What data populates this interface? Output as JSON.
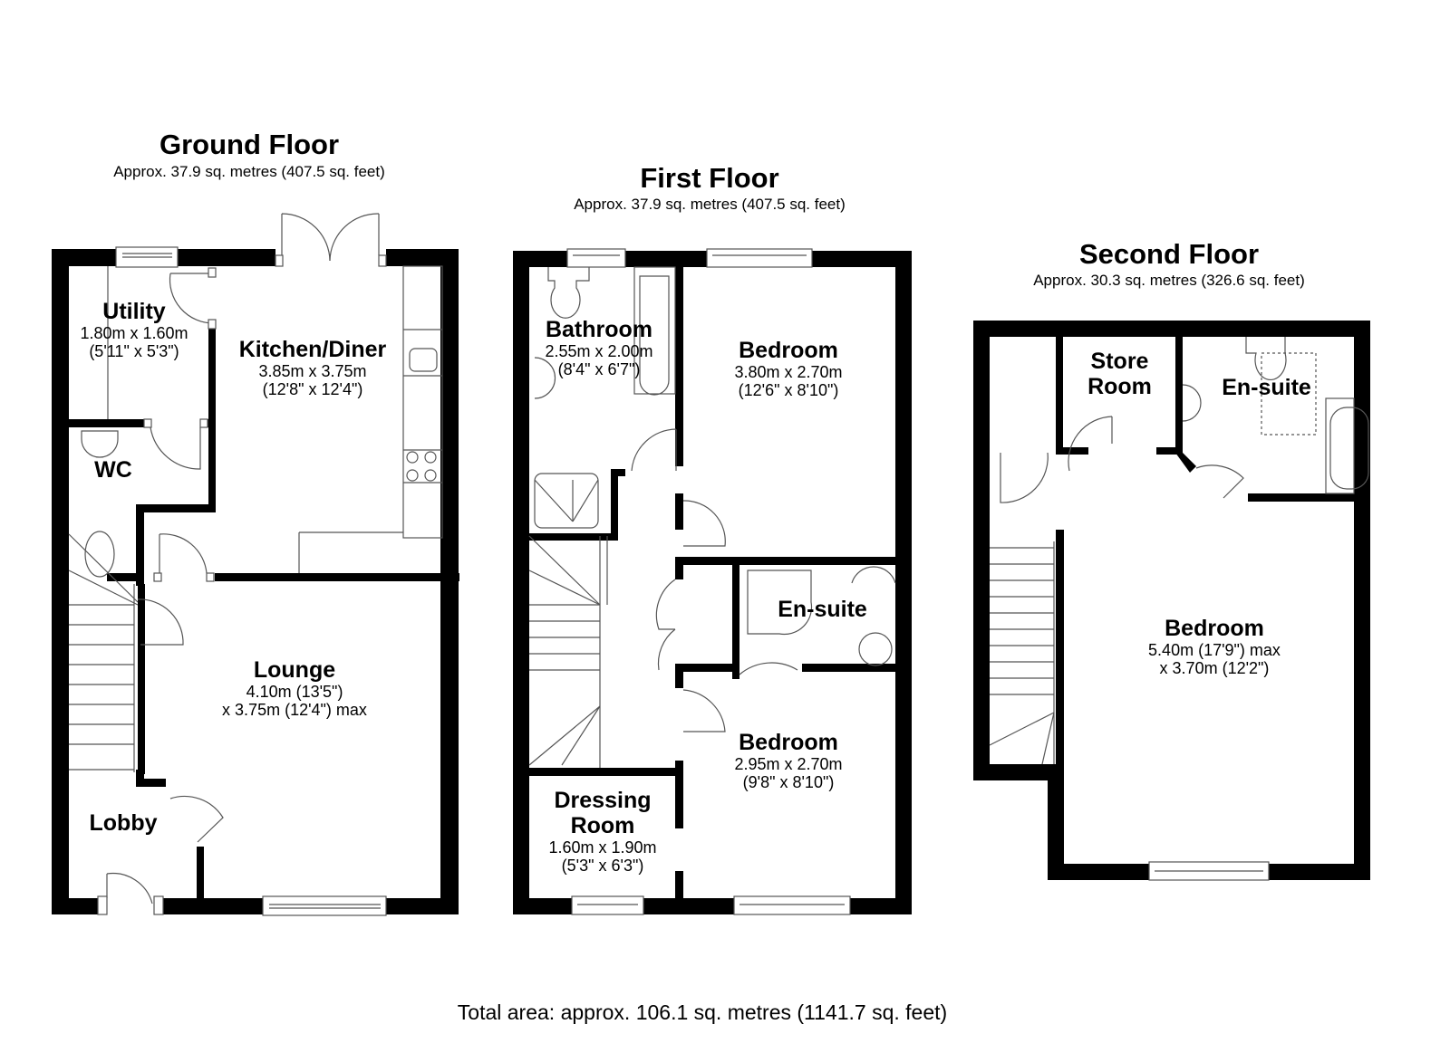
{
  "floors": [
    {
      "title": "Ground Floor",
      "area": "Approx. 37.9 sq. metres (407.5 sq. feet)",
      "rooms": [
        {
          "name": "Utility",
          "dim1": "1.80m x 1.60m",
          "dim2": "(5'11\" x 5'3\")"
        },
        {
          "name": "Kitchen/Diner",
          "dim1": "3.85m x 3.75m",
          "dim2": "(12'8\" x 12'4\")"
        },
        {
          "name": "WC",
          "dim1": "",
          "dim2": ""
        },
        {
          "name": "Lounge",
          "dim1": "4.10m (13'5\")",
          "dim2": "x 3.75m (12'4\") max"
        },
        {
          "name": "Lobby",
          "dim1": "",
          "dim2": ""
        }
      ]
    },
    {
      "title": "First Floor",
      "area": "Approx. 37.9 sq. metres (407.5 sq. feet)",
      "rooms": [
        {
          "name": "Bathroom",
          "dim1": "2.55m x 2.00m",
          "dim2": "(8'4\" x 6'7\")"
        },
        {
          "name": "Bedroom",
          "dim1": "3.80m x 2.70m",
          "dim2": "(12'6\" x 8'10\")"
        },
        {
          "name": "En-suite",
          "dim1": "",
          "dim2": ""
        },
        {
          "name": "Bedroom",
          "dim1": "2.95m x 2.70m",
          "dim2": "(9'8\" x 8'10\")"
        },
        {
          "name": "Dressing",
          "name2": "Room",
          "dim1": "1.60m x 1.90m",
          "dim2": "(5'3\" x 6'3\")"
        }
      ]
    },
    {
      "title": "Second Floor",
      "area": "Approx. 30.3 sq. metres (326.6 sq. feet)",
      "rooms": [
        {
          "name": "Store",
          "name2": "Room"
        },
        {
          "name": "En-suite"
        },
        {
          "name": "Bedroom",
          "dim1": "5.40m (17'9\") max",
          "dim2": "x 3.70m (12'2\")"
        }
      ]
    }
  ],
  "total_area": "Total area: approx. 106.1 sq. metres (1141.7 sq. feet)",
  "colors": {
    "wall": "#000000",
    "fixture": "#555555",
    "background": "#ffffff"
  }
}
